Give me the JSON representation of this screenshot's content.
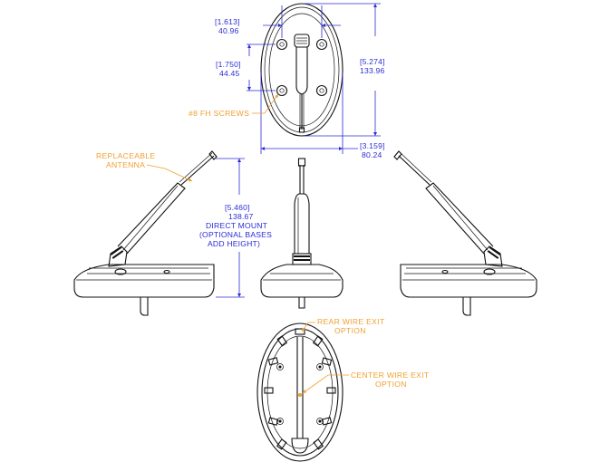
{
  "top_view": {
    "width_dim_in": "[1.613]",
    "width_dim_mm": "40.96",
    "hole_spacing_in": "[1.750]",
    "hole_spacing_mm": "44.45",
    "height_dim_in": "[5.274]",
    "height_dim_mm": "133.96",
    "base_width_in": "[3.159]",
    "base_width_mm": "80.24",
    "screws_note": "#8 FH SCREWS"
  },
  "side_views": {
    "antenna_note_line1": "REPLACEABLE",
    "antenna_note_line2": "ANTENNA",
    "overall_height_in": "[5.460]",
    "overall_height_mm": "138.67",
    "mount_note_line1": "DIRECT MOUNT",
    "mount_note_line2": "(OPTIONAL BASES",
    "mount_note_line3": "ADD HEIGHT)"
  },
  "bottom_view": {
    "rear_exit_line1": "REAR WIRE EXIT",
    "rear_exit_line2": "OPTION",
    "center_exit_line1": "CENTER WIRE EXIT",
    "center_exit_line2": "OPTION"
  },
  "colors": {
    "dimension": "#2b2bd6",
    "note": "#f0a030",
    "part": "#111111"
  }
}
